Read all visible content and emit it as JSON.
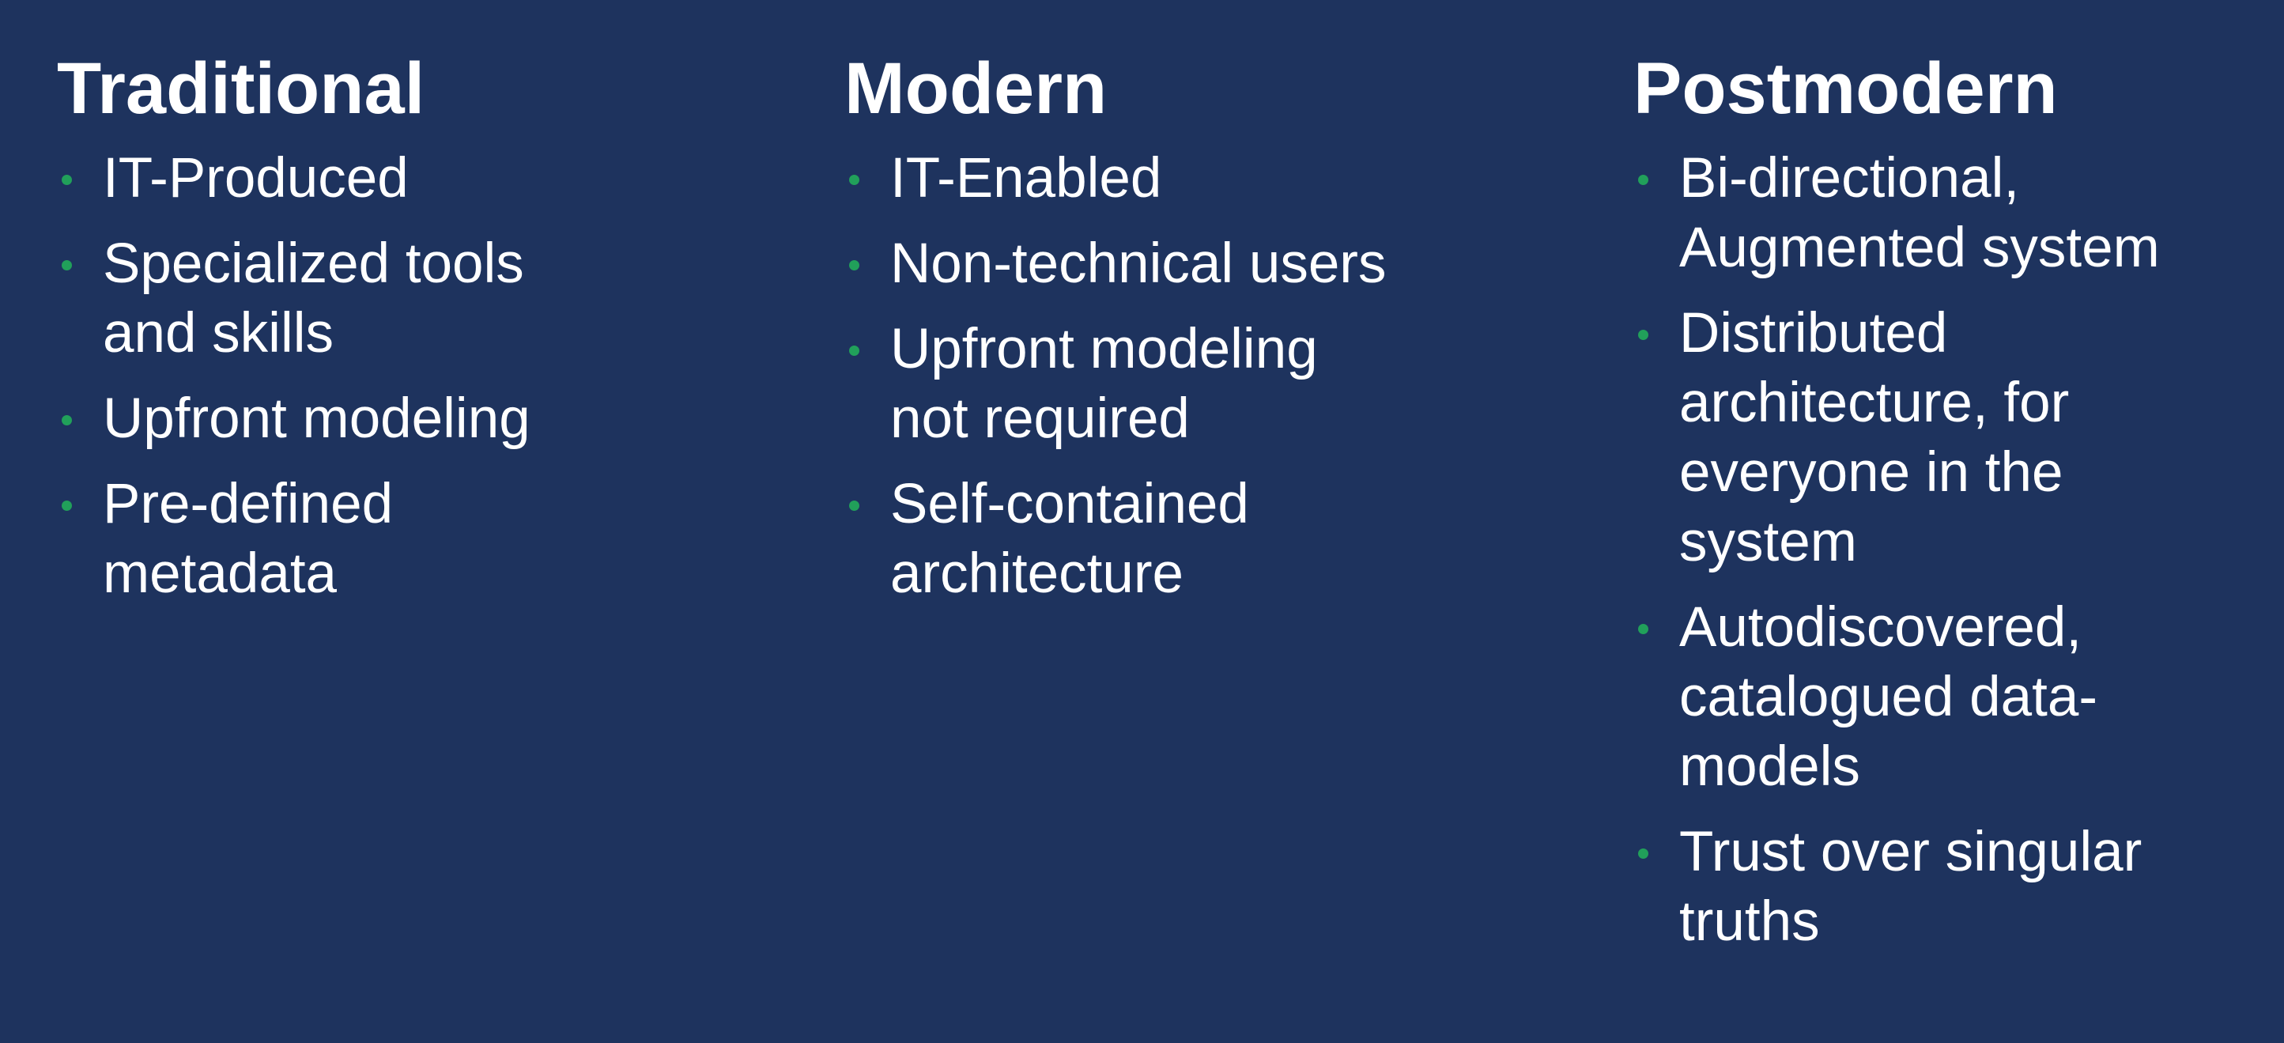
{
  "columns": [
    {
      "heading": "Traditional",
      "items": [
        "IT-Produced",
        "Specialized tools\nand skills",
        "Upfront modeling",
        "Pre-defined\nmetadata"
      ]
    },
    {
      "heading": "Modern",
      "items": [
        "IT-Enabled",
        "Non-technical users",
        "Upfront modeling\nnot required",
        "Self-contained\narchitecture"
      ]
    },
    {
      "heading": "Postmodern",
      "items": [
        "Bi-directional,\nAugmented system",
        "Distributed\narchitecture, for\neveryone in the\nsystem",
        "Autodiscovered,\ncatalogued data-\nmodels",
        "Trust over singular\ntruths"
      ]
    }
  ],
  "colors": {
    "background": "#1e335e",
    "text": "#ffffff",
    "bullet": "#21a05a"
  }
}
